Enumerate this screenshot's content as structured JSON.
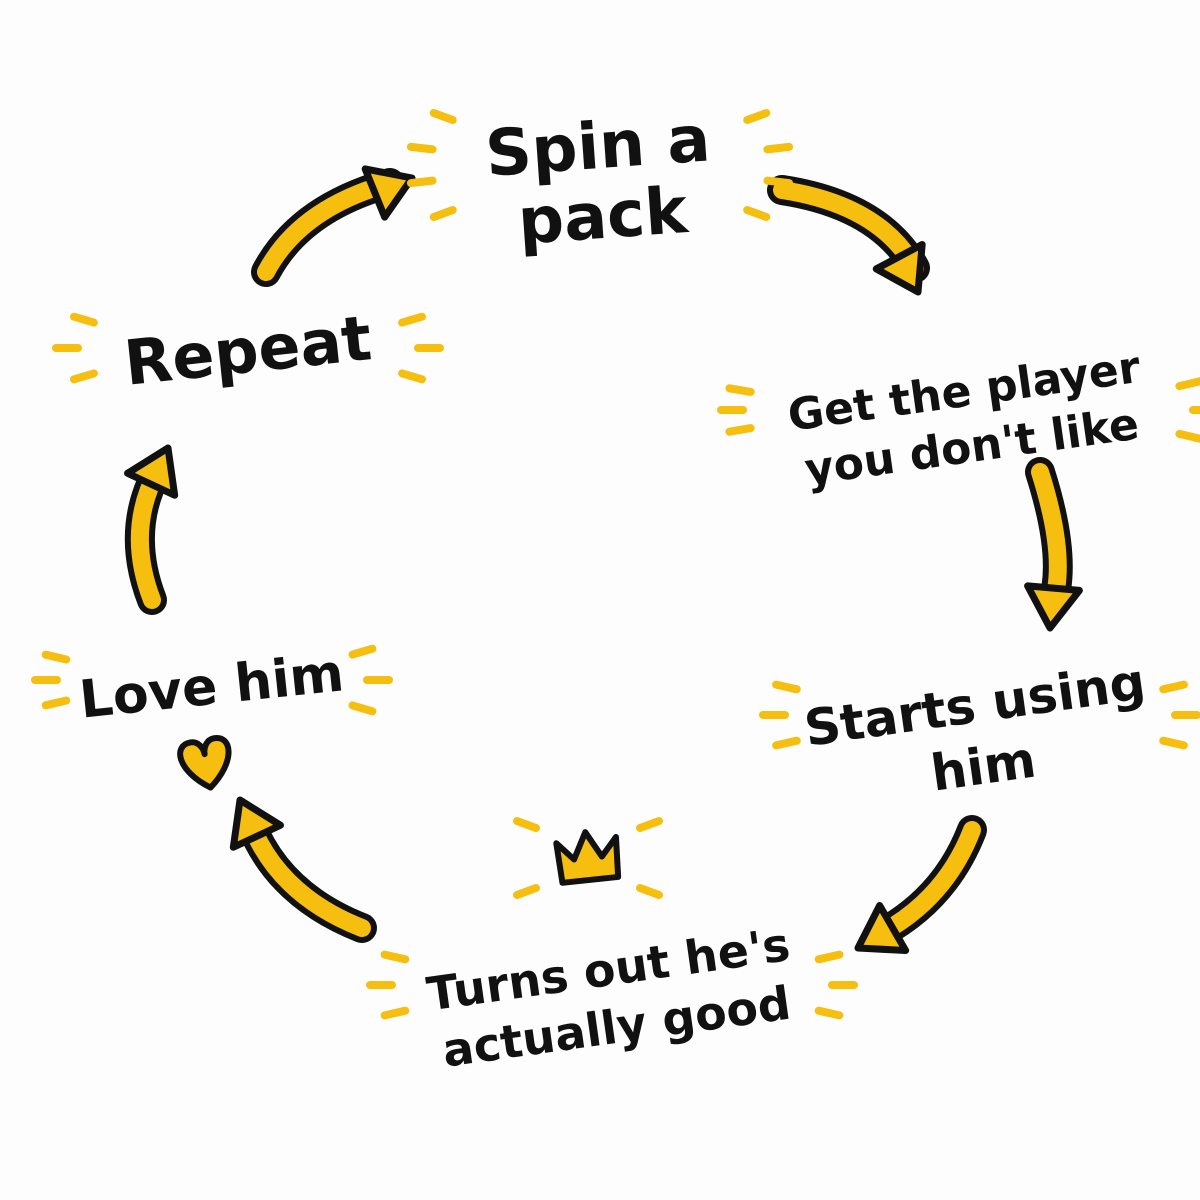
{
  "colors": {
    "accent": "#F6BE0E",
    "outline": "#111111",
    "background": "#FDFDFD"
  },
  "steps": [
    {
      "id": "spin",
      "lines": [
        "Spin a",
        "pack"
      ]
    },
    {
      "id": "get-player",
      "lines": [
        "Get the player",
        "you don't like"
      ]
    },
    {
      "id": "starts-using",
      "lines": [
        "Starts using",
        "him"
      ]
    },
    {
      "id": "turns-out-good",
      "lines": [
        "Turns out he's",
        "actually good"
      ]
    },
    {
      "id": "love-him",
      "lines": [
        "Love him"
      ]
    },
    {
      "id": "repeat",
      "lines": [
        "Repeat"
      ]
    }
  ],
  "decorations": {
    "heart": "heart-icon",
    "crown": "crown-icon"
  }
}
